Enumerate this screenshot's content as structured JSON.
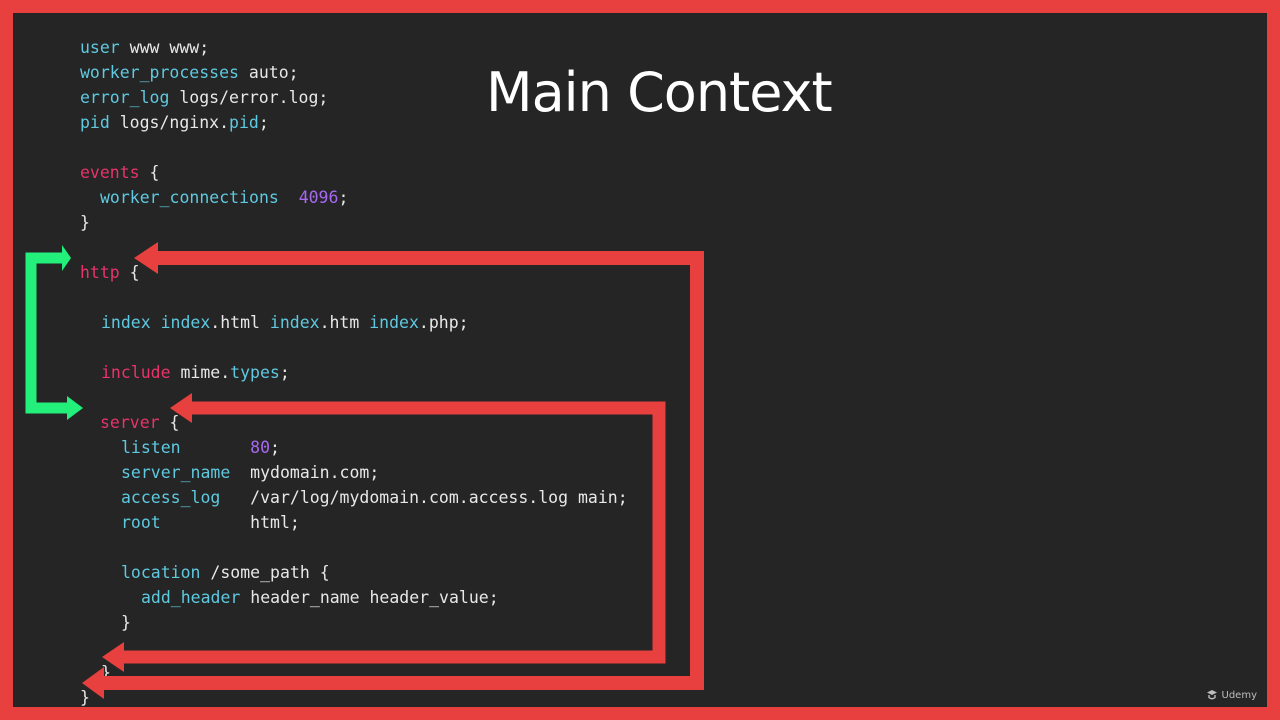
{
  "title": "Main Context",
  "brand": {
    "name": "Udemy"
  },
  "code": {
    "user_kw": "user",
    "user_val": " www www;",
    "worker_processes_kw": "worker_processes",
    "worker_processes_val": " auto;",
    "error_log_kw": "error_log",
    "error_log_val": " logs/error.log;",
    "pid_kw": "pid",
    "pid_mid": " logs/nginx.",
    "pid_ext": "pid",
    "pid_end": ";",
    "events_kw": "events",
    "events_brace": " {",
    "worker_connections_kw": "worker_connections",
    "worker_connections_gap": "  ",
    "worker_connections_num": "4096",
    "worker_connections_end": ";",
    "events_close": "}",
    "http_kw": "http",
    "http_brace": " {",
    "index_kw": "index",
    "index_a": " ",
    "index_f1a": "index",
    "index_f1b": ".html ",
    "index_f2a": "index",
    "index_f2b": ".htm ",
    "index_f3a": "index",
    "index_f3b": ".php;",
    "include_kw": "include",
    "include_mid": " mime.",
    "include_types": "types",
    "include_end": ";",
    "server_kw": "server",
    "server_brace": " {",
    "listen_kw": "listen",
    "listen_gap": "       ",
    "listen_num": "80",
    "listen_end": ";",
    "server_name_kw": "server_name",
    "server_name_val": "  mydomain.com;",
    "access_log_kw": "access_log",
    "access_log_val": "   /var/log/mydomain.com.access.log main;",
    "root_kw": "root",
    "root_val": "         html;",
    "location_kw": "location",
    "location_val": " /some_path {",
    "add_header_kw": "add_header",
    "add_header_val": " header_name header_value;",
    "location_close": "}",
    "server_close": "}",
    "http_close": "}"
  },
  "colors": {
    "frame": "#e8403f",
    "background": "#252525",
    "directive": "#5ec9e0",
    "block_keyword": "#e8336b",
    "number": "#a768f0",
    "green_arrow": "#22f07a",
    "red_arrow": "#e8403f"
  }
}
